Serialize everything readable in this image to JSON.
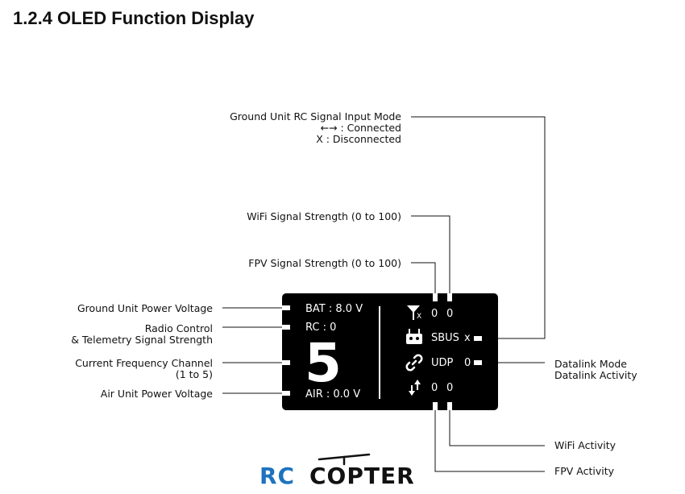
{
  "title": "1.2.4 OLED Function Display",
  "labels": {
    "rc_input_mode": [
      "Ground Unit RC Signal Input Mode",
      "←→ : Connected",
      "X : Disconnected"
    ],
    "wifi_strength": "WiFi Signal Strength (0 to 100)",
    "fpv_strength": "FPV Signal Strength (0 to 100)",
    "ground_voltage": "Ground Unit Power Voltage",
    "radio_control": [
      "Radio Control",
      "& Telemetry Signal Strength"
    ],
    "frequency_channel": [
      "Current Frequency Channel",
      "(1 to 5)"
    ],
    "air_voltage": "Air Unit Power Voltage",
    "datalink": [
      "Datalink Mode",
      "Datalink Activity"
    ],
    "wifi_activity": "WiFi Activity",
    "fpv_activity": "FPV Activity"
  },
  "oled": {
    "bat": "BAT : 8.0 V",
    "rc": "RC : 0",
    "channel": "5",
    "air": "AIR : 0.0 V",
    "signal_sub": "X",
    "signal_values": [
      "0",
      "0"
    ],
    "rc_mode": "SBUS",
    "rc_state": "x",
    "link_mode": "UDP",
    "link_value": "0",
    "activity_values": [
      "0",
      "0"
    ]
  },
  "logo": {
    "left": "RC",
    "right": "COPTER",
    "left_color": "#1e73be",
    "right_color": "#111111"
  }
}
